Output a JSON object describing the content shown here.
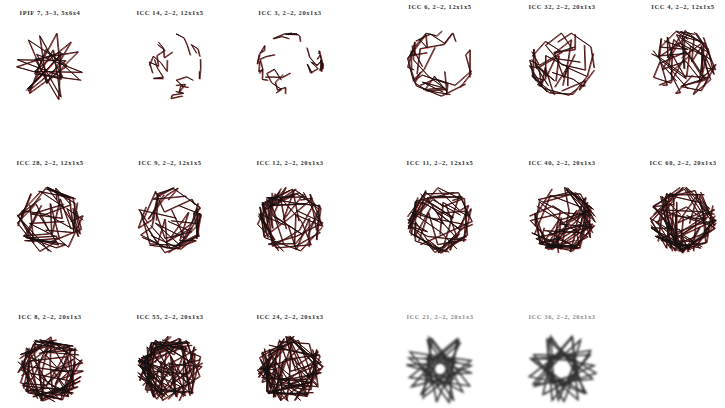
{
  "diagram": {
    "labels": [
      "IPIF 7, 3–3, 5x6x4",
      "ICC 14, 2–2, 12x1x5",
      "ICC 3, 2–2, 20x1x3",
      "ICC 6, 2–2, 12x1x5",
      "ICC 32, 2–2, 20x1x3",
      "ICC 4, 2–2, 12x1x5",
      "ICC 28, 2–2, 12x1x5",
      "ICC 9, 2–2, 12x1x5",
      "ICC 12, 2–2, 20x1x3",
      "ICC 11, 2–2, 12x1x5",
      "ICC 40, 2–2, 20x1x3",
      "ICC 60, 2–2, 20x1x3",
      "ICC 8, 2–2, 20x1x3",
      "ICC 55, 2–2, 20x1x3",
      "ICC 24, 2–2, 20x1x3",
      "ICC 21, 2–2, 20x1x3",
      "ICC 36, 2–2, 20x1x3"
    ]
  }
}
